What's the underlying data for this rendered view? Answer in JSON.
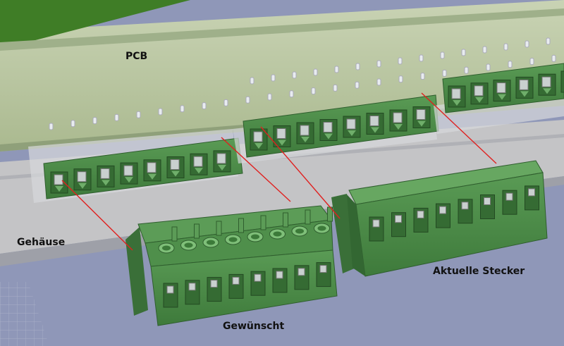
{
  "labels": {
    "pcb": "PCB",
    "housing": "Gehäuse",
    "current_connector": "Aktuelle Stecker",
    "desired_connector": "Gewünscht"
  },
  "colors": {
    "background": "#8f97b8",
    "pcb_board": "#b7c49f",
    "pcb_dark": "#3f7d26",
    "housing": "#c6c6c6",
    "connector_green": "#4b8a48",
    "connector_dark": "#2f5e2e",
    "leader_line": "#e0201f"
  }
}
